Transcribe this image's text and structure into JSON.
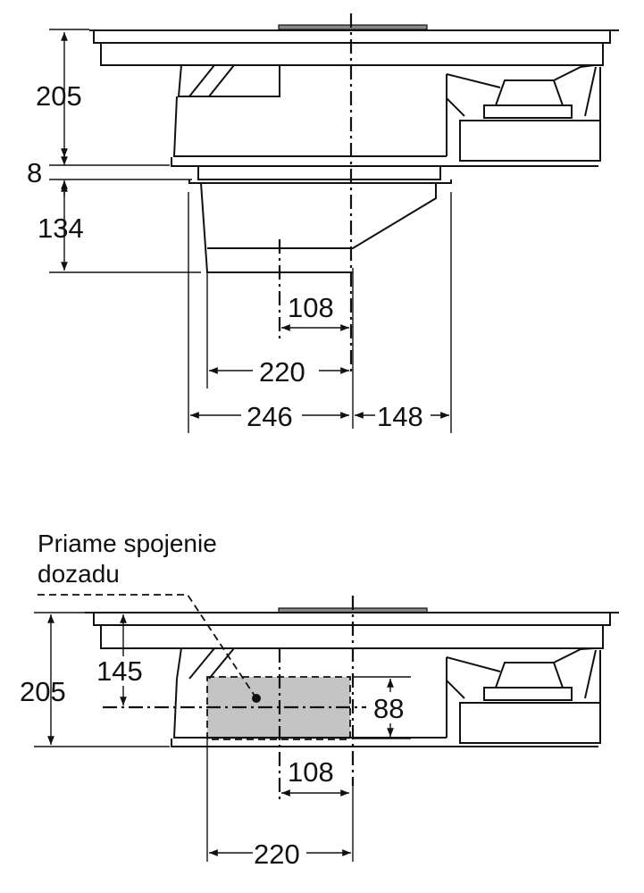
{
  "top_view": {
    "dims": {
      "total_height": "205",
      "gap": "8",
      "adapter_height": "134",
      "offset_108": "108",
      "width_220": "220",
      "width_246": "246",
      "width_148": "148"
    }
  },
  "bottom_view": {
    "label_line1": "Priame spojenie",
    "label_line2": "dozadu",
    "dims": {
      "total_height": "205",
      "center_height": "145",
      "opening_height": "88",
      "offset_108": "108",
      "width_220": "220"
    },
    "opening_fill": "#c4c4c4"
  }
}
